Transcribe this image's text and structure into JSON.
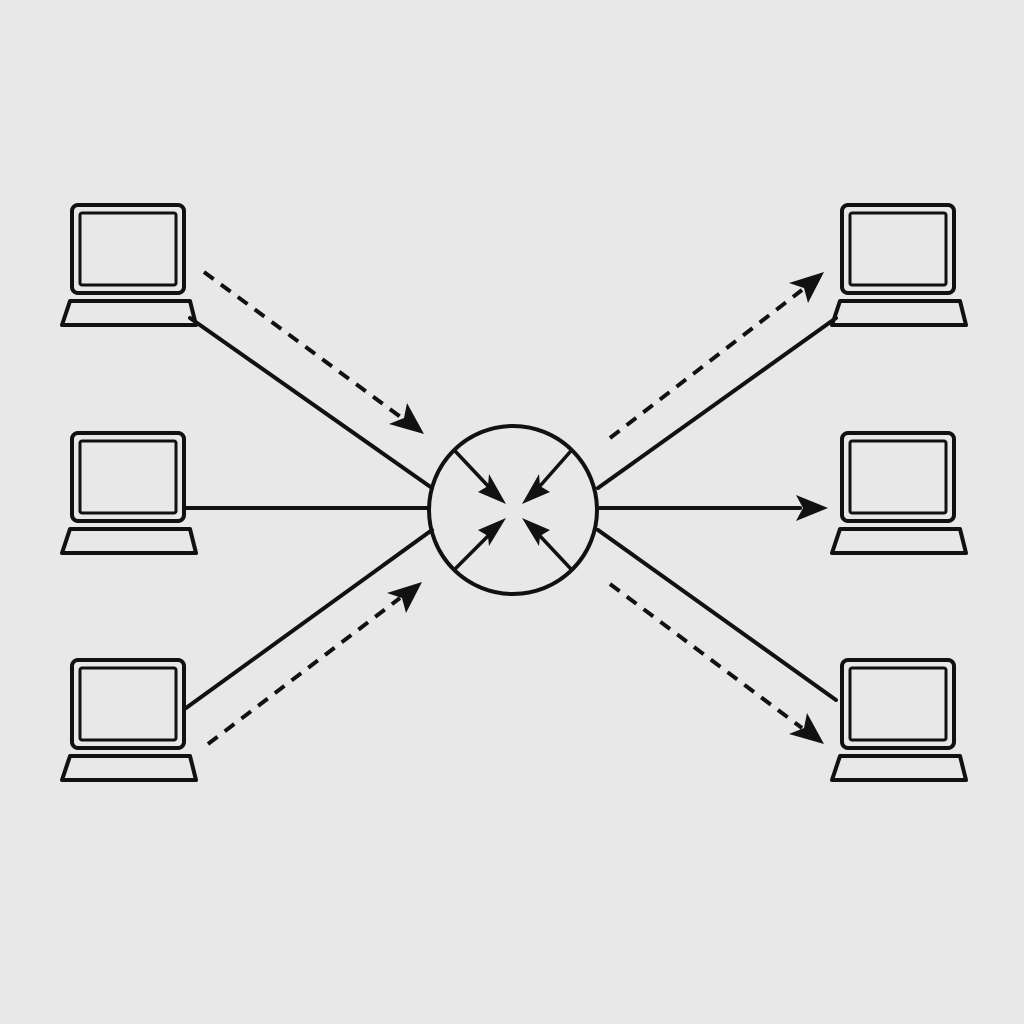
{
  "diagram": {
    "type": "network-hub",
    "background": "#e8e8e8",
    "ink": "#111111",
    "hub": {
      "name": "central-hub",
      "icon": "inward-arrows-circle-icon"
    },
    "left_nodes": [
      {
        "name": "laptop-left-top",
        "icon": "laptop-icon",
        "link": "diagonal-down",
        "flow": "dashed-arrow-to-hub"
      },
      {
        "name": "laptop-left-middle",
        "icon": "laptop-icon",
        "link": "horizontal",
        "flow": "none"
      },
      {
        "name": "laptop-left-bottom",
        "icon": "laptop-icon",
        "link": "diagonal-up",
        "flow": "dashed-arrow-to-hub"
      }
    ],
    "right_nodes": [
      {
        "name": "laptop-right-top",
        "icon": "laptop-icon",
        "link": "diagonal-up",
        "flow": "dashed-arrow-from-hub"
      },
      {
        "name": "laptop-right-middle",
        "icon": "laptop-icon",
        "link": "horizontal-arrow",
        "flow": "solid-arrow-from-hub"
      },
      {
        "name": "laptop-right-bottom",
        "icon": "laptop-icon",
        "link": "diagonal-down",
        "flow": "dashed-arrow-from-hub"
      }
    ]
  }
}
